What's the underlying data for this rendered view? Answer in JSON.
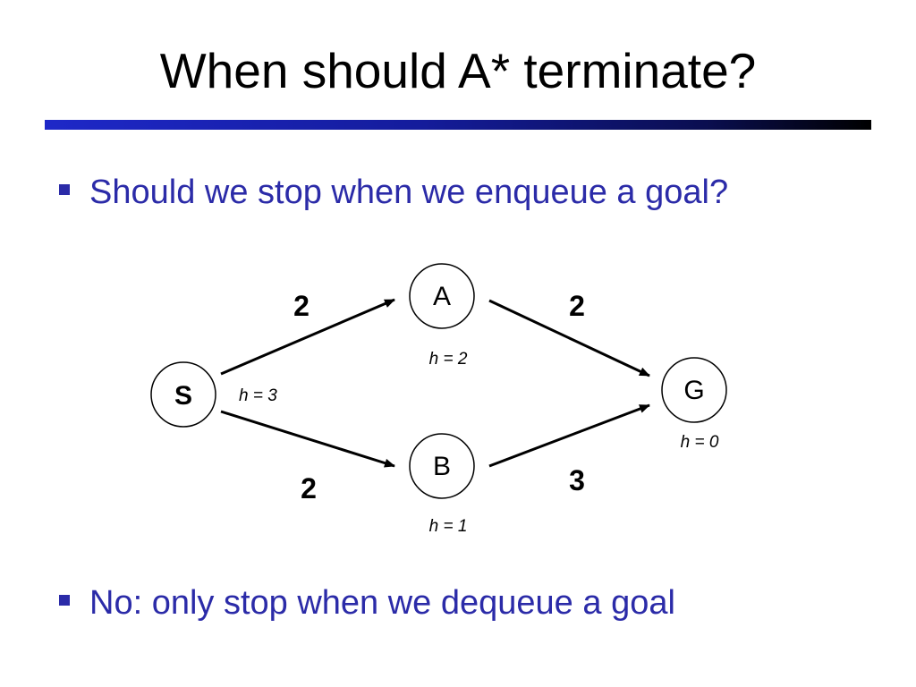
{
  "slide": {
    "title": "When should A* terminate?",
    "bullets": [
      "Should we stop when we enqueue a goal?",
      "No: only stop when we dequeue a goal"
    ]
  },
  "graph": {
    "nodes": [
      {
        "id": "S",
        "label": "S",
        "heuristic": "h = 3"
      },
      {
        "id": "A",
        "label": "A",
        "heuristic": "h = 2"
      },
      {
        "id": "B",
        "label": "B",
        "heuristic": "h = 1"
      },
      {
        "id": "G",
        "label": "G",
        "heuristic": "h = 0"
      }
    ],
    "edges": [
      {
        "from": "S",
        "to": "A",
        "cost": "2"
      },
      {
        "from": "S",
        "to": "B",
        "cost": "2"
      },
      {
        "from": "A",
        "to": "G",
        "cost": "2"
      },
      {
        "from": "B",
        "to": "G",
        "cost": "3"
      }
    ]
  },
  "colors": {
    "bullet_text": "#2b2ba8",
    "title_text": "#000000",
    "rule_start": "#1e28c8",
    "rule_end": "#000000"
  }
}
